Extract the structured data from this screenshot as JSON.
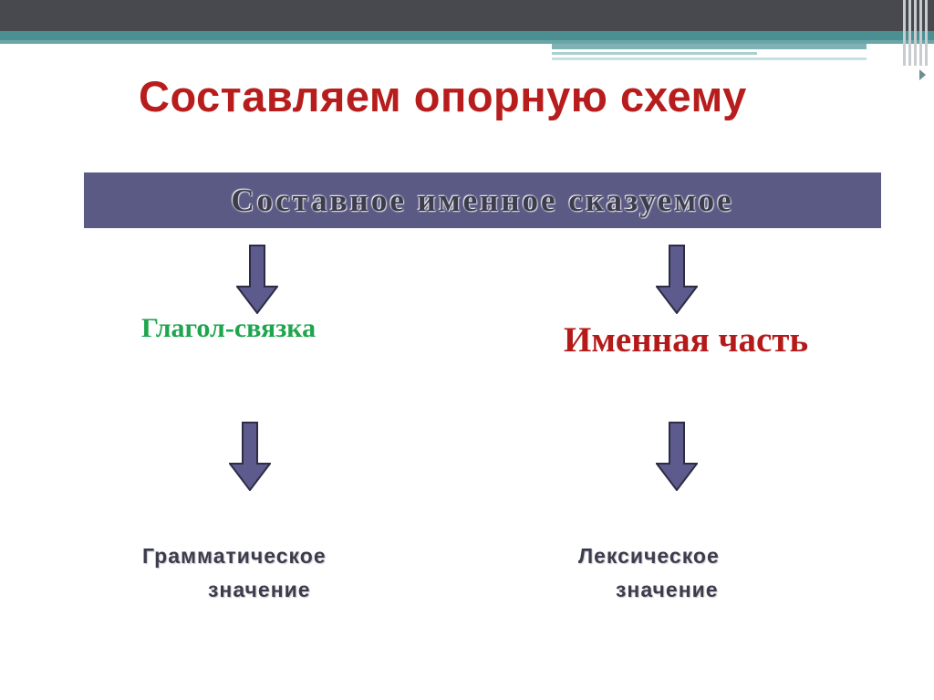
{
  "slide": {
    "title": "Составляем опорную схему",
    "banner": "Составное именное сказуемое",
    "left": {
      "label": "Глагол-связка",
      "meaning_line1": "Грамматическое",
      "meaning_line2": "значение"
    },
    "right": {
      "label": "Именная часть",
      "meaning_line1": "Лексическое",
      "meaning_line2": "значение"
    }
  },
  "colors": {
    "title": "#b81d1d",
    "banner_bg": "#5a5a84",
    "arrow_fill": "#5d5b8e",
    "left_label": "#1ea54e",
    "right_label": "#b51a1a"
  },
  "icons": {
    "arrow": "arrow-down-icon"
  }
}
